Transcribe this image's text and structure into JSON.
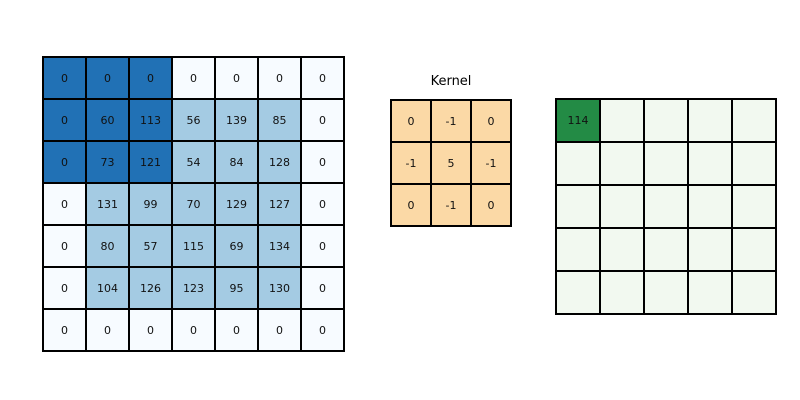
{
  "colors": {
    "highlight_blue": "#2171b5",
    "value_blue": "#a4cbe3",
    "padding_blue": "#f7fbff",
    "kernel_orange": "#fbd9a6",
    "output_green": "#238b45",
    "output_cell_green": "#f2f9f0",
    "border": "#000000",
    "background": "#ffffff"
  },
  "input_matrix": {
    "rows": [
      [
        0,
        0,
        0,
        0,
        0,
        0,
        0
      ],
      [
        0,
        60,
        113,
        56,
        139,
        85,
        0
      ],
      [
        0,
        73,
        121,
        54,
        84,
        128,
        0
      ],
      [
        0,
        131,
        99,
        70,
        129,
        127,
        0
      ],
      [
        0,
        80,
        57,
        115,
        69,
        134,
        0
      ],
      [
        0,
        104,
        126,
        123,
        95,
        130,
        0
      ],
      [
        0,
        0,
        0,
        0,
        0,
        0,
        0
      ]
    ],
    "cell_roles": [
      [
        "highlight",
        "highlight",
        "highlight",
        "padding",
        "padding",
        "padding",
        "padding"
      ],
      [
        "highlight",
        "highlight",
        "highlight",
        "value",
        "value",
        "value",
        "padding"
      ],
      [
        "highlight",
        "highlight",
        "highlight",
        "value",
        "value",
        "value",
        "padding"
      ],
      [
        "padding",
        "value",
        "value",
        "value",
        "value",
        "value",
        "padding"
      ],
      [
        "padding",
        "value",
        "value",
        "value",
        "value",
        "value",
        "padding"
      ],
      [
        "padding",
        "value",
        "value",
        "value",
        "value",
        "value",
        "padding"
      ],
      [
        "padding",
        "padding",
        "padding",
        "padding",
        "padding",
        "padding",
        "padding"
      ]
    ]
  },
  "kernel": {
    "title": "Kernel",
    "fill": "kernel_orange",
    "rows": [
      [
        0,
        -1,
        0
      ],
      [
        -1,
        5,
        -1
      ],
      [
        0,
        -1,
        0
      ]
    ]
  },
  "output_matrix": {
    "fill": "output_cell_green",
    "highlight": {
      "row": 0,
      "col": 0
    },
    "rows": [
      [
        "114",
        "",
        "",
        "",
        ""
      ],
      [
        "",
        "",
        "",
        "",
        ""
      ],
      [
        "",
        "",
        "",
        "",
        ""
      ],
      [
        "",
        "",
        "",
        "",
        ""
      ],
      [
        "",
        "",
        "",
        "",
        ""
      ]
    ]
  }
}
